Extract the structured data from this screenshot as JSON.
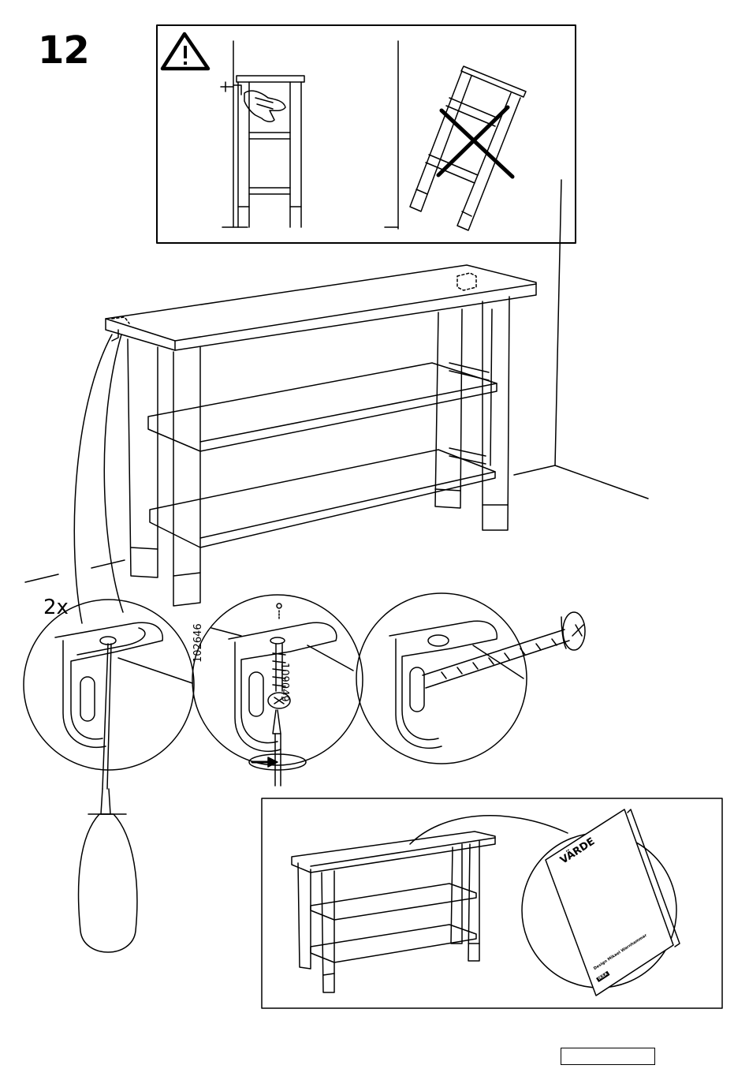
{
  "step": {
    "number": "12"
  },
  "quantity": {
    "label": "2x"
  },
  "parts": {
    "article_a": "102646",
    "article_b": "109049"
  },
  "booklet": {
    "title": "VÄRDE",
    "designer": "Design Mikael Warnhammar",
    "brand": "IKEA"
  },
  "icons": {
    "warning": "warning-triangle-icon",
    "prohibited": "cross-out-icon",
    "rotate": "rotate-arrow-icon"
  },
  "colors": {
    "line": "#000000",
    "background": "#ffffff"
  }
}
